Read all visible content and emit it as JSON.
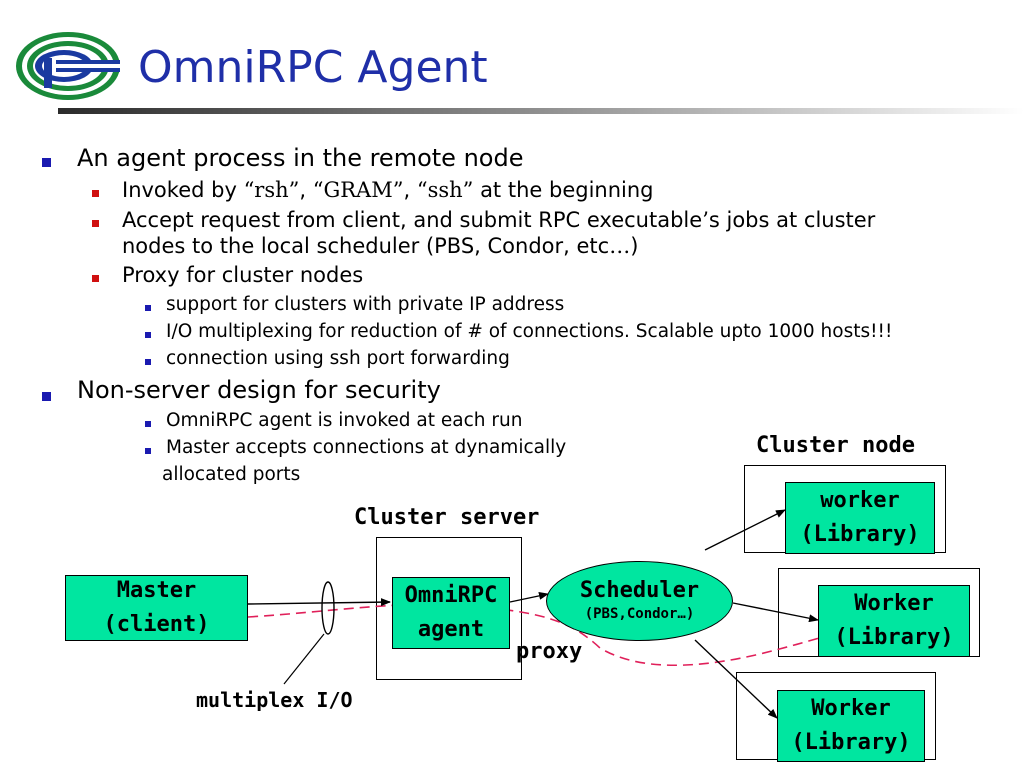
{
  "slide": {
    "title": "OmniRPC Agent",
    "bullets": [
      {
        "text": "An agent process in the remote node"
      },
      {
        "pre": "Invoked by ",
        "q1": "“rsh”",
        "c1": ", ",
        "q2": "“GRAM”",
        "c2": ", ",
        "q3": "“ssh”",
        "post": " at the beginning"
      },
      {
        "pre": "Accept request from client, and submit RPC executable",
        "apos": "’",
        "post": "s jobs at cluster",
        "line2": "nodes to the local scheduler (PBS, Condor, etc",
        "ellipsis": "…",
        "close": ")"
      },
      {
        "text": "Proxy for cluster nodes"
      },
      {
        "text": "support for clusters with private IP address"
      },
      {
        "text": "I/O multiplexing for reduction of #  of connections. Scalable upto 1000 hosts!!!"
      },
      {
        "text": "connection using ssh port forwarding"
      },
      {
        "text": "Non-server design for security"
      },
      {
        "text": "OmniRPC agent is invoked at each run"
      },
      {
        "text": "Master accepts connections at dynamically",
        "line2": "allocated ports"
      }
    ]
  },
  "diagram": {
    "master": {
      "line1": "Master",
      "line2": "(client)"
    },
    "cluster_server_label": "Cluster server",
    "agent": {
      "line1": "OmniRPC",
      "line2": "agent"
    },
    "scheduler": {
      "line1": "Scheduler",
      "line2": "(PBS,Condor…)"
    },
    "proxy_label": "proxy",
    "cluster_node_label": "Cluster node",
    "workers": [
      {
        "line1": "worker",
        "line2": "(Library)"
      },
      {
        "line1": "Worker",
        "line2": "(Library)"
      },
      {
        "line1": "Worker",
        "line2": "(Library)"
      }
    ],
    "multiplex_label": "multiplex I/O",
    "colors": {
      "title": "#1f2fa8",
      "box_fill": "#00e6a0",
      "proxy_line": "#e0205a",
      "logo": "#1a8a3a"
    }
  }
}
